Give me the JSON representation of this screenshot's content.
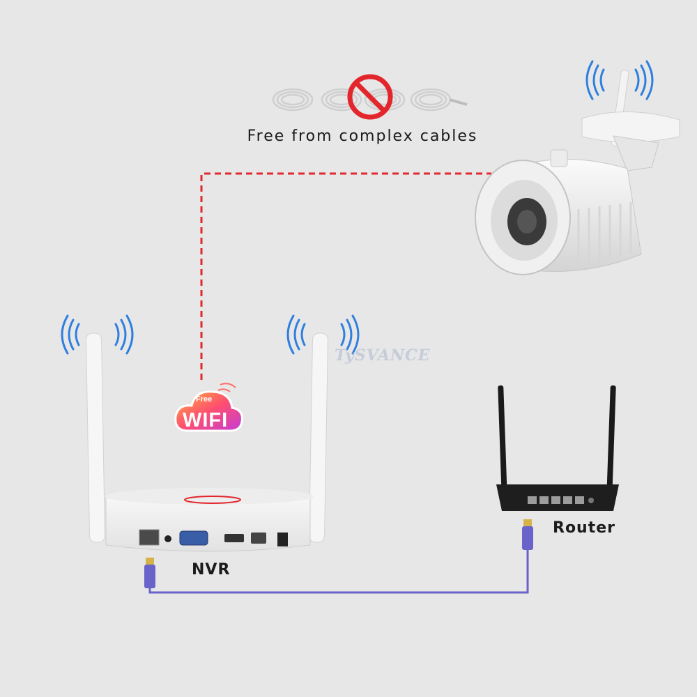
{
  "caption": "Free from complex cables",
  "labels": {
    "nvr": "NVR",
    "router": "Router"
  },
  "badge": {
    "small": "Free",
    "big": "WIFI"
  },
  "watermark": "TySVANCE",
  "colors": {
    "background": "#e7e7e7",
    "wireless_link": "#e0282e",
    "ethernet_cable": "#6a63c9",
    "signal_waves": "#2f7fe0",
    "no_symbol": "#e3262c"
  },
  "icons": [
    "cables-icon",
    "no-symbol-icon",
    "wifi-signal-icon",
    "bullet-camera-icon",
    "nvr-device-icon",
    "router-icon",
    "wifi-cloud-badge-icon",
    "ethernet-plug-icon"
  ]
}
